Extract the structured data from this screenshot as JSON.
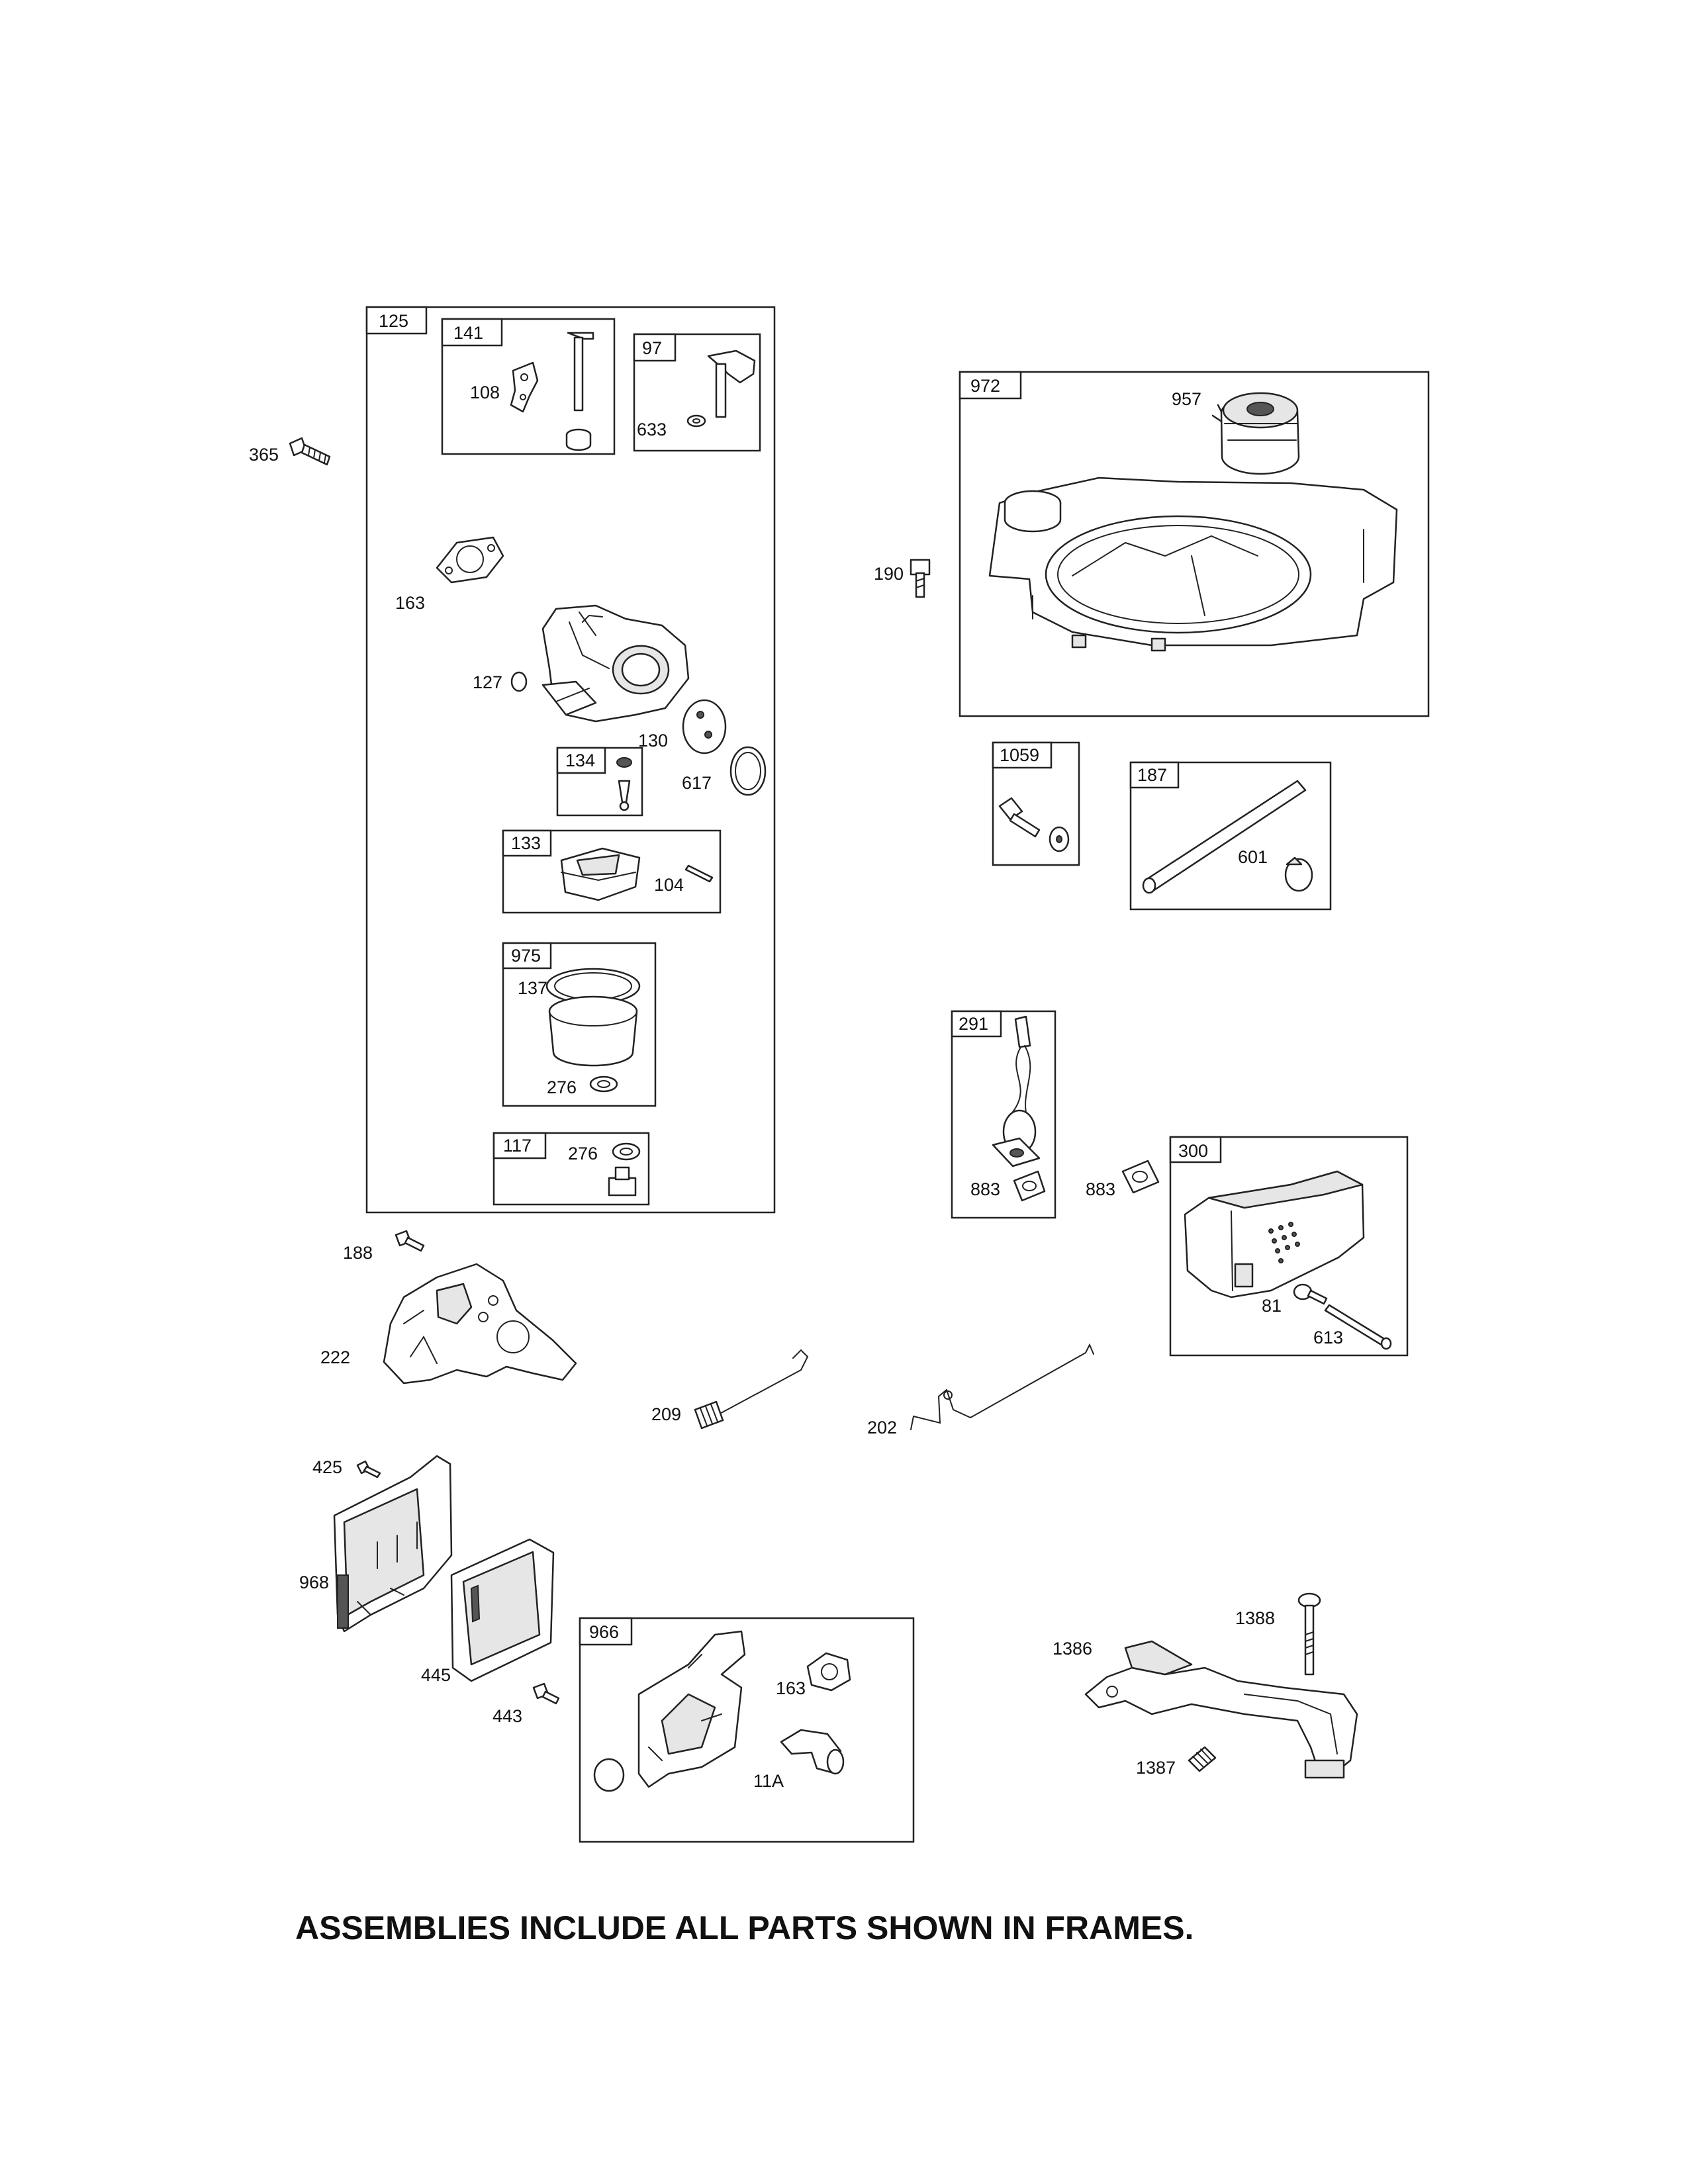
{
  "footer_note": "ASSEMBLIES INCLUDE ALL PARTS SHOWN IN FRAMES.",
  "frames": {
    "f125": "125",
    "f141": "141",
    "f97": "97",
    "f134": "134",
    "f133": "133",
    "f975": "975",
    "f117": "117",
    "f972": "972",
    "f1059": "1059",
    "f187": "187",
    "f291": "291",
    "f300": "300",
    "f966": "966"
  },
  "parts": {
    "p108": "108",
    "p633": "633",
    "p365": "365",
    "p163a": "163",
    "p127": "127",
    "p130": "130",
    "p617": "617",
    "p104": "104",
    "p137": "137",
    "p276a": "276",
    "p276b": "276",
    "p957": "957",
    "p190": "190",
    "p601": "601",
    "p883a": "883",
    "p883b": "883",
    "p81": "81",
    "p613": "613",
    "p188": "188",
    "p222": "222",
    "p209": "209",
    "p202": "202",
    "p425": "425",
    "p968": "968",
    "p445": "445",
    "p443": "443",
    "p163b": "163",
    "p11A": "11A",
    "p1388": "1388",
    "p1386": "1386",
    "p1387": "1387"
  }
}
